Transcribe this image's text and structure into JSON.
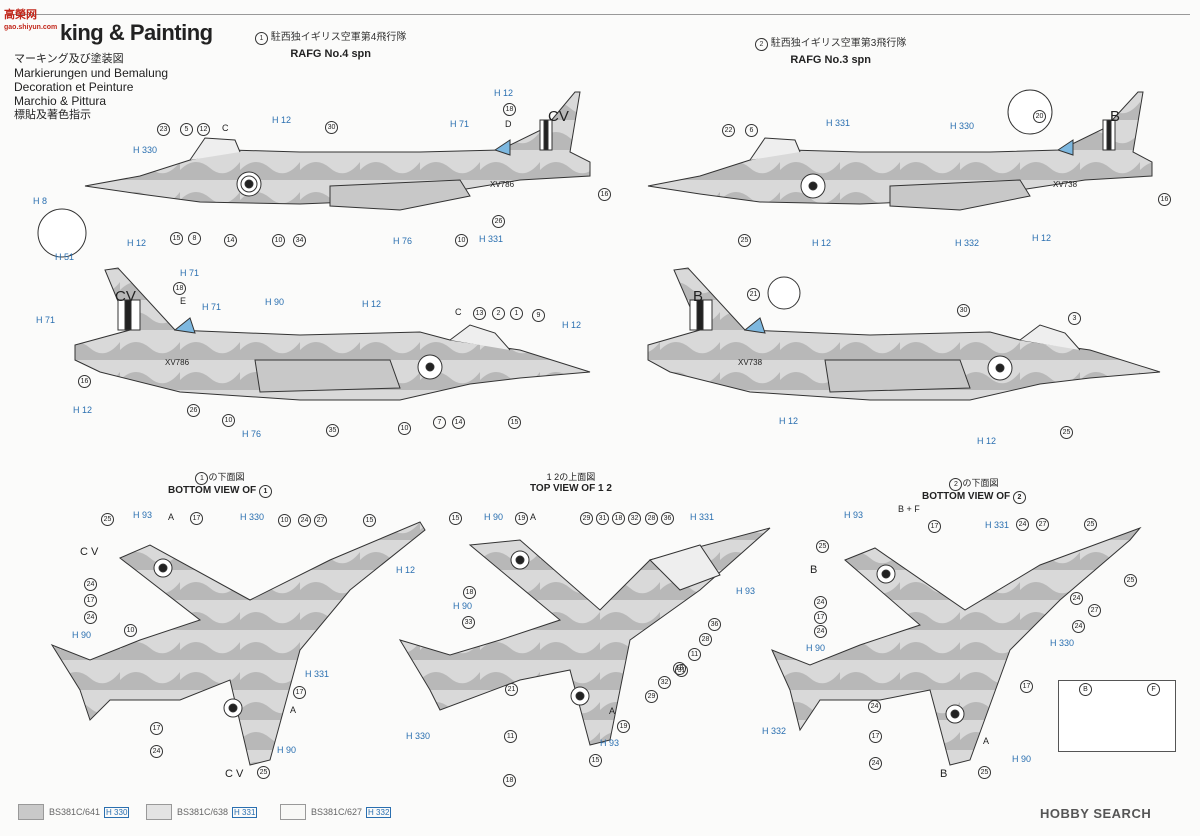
{
  "header": {
    "logo_text": "高榮网",
    "logo_sub": "gao.shiyun.com",
    "title": "king & Painting",
    "subtitles": [
      "マーキング及び塗装図",
      "Markierungen und Bemalung",
      "Decoration et Peinture",
      "Marchio & Pittura",
      "標貼及著色指示"
    ]
  },
  "sections": {
    "s1": {
      "num": "1",
      "jp": "駐西独イギリス空軍第4飛行隊",
      "en": "RAFG No.4 spn"
    },
    "s2": {
      "num": "2",
      "jp": "駐西独イギリス空軍第3飛行隊",
      "en": "RAFG No.3 spn"
    }
  },
  "views": {
    "bottom1": {
      "jp": "の下面図",
      "en": "BOTTOM VIEW OF",
      "num": "1"
    },
    "top12": {
      "jp": "の上面図",
      "en": "TOP VIEW OF",
      "num": "1 2"
    },
    "bottom2": {
      "jp": "の下面図",
      "en": "BOTTOM VIEW OF",
      "num": "2"
    }
  },
  "serials": {
    "a1": "XV786",
    "a2": "XV738",
    "code1": "CV",
    "code2": "B"
  },
  "inset": {
    "a": "B",
    "b": "F"
  },
  "legend": [
    {
      "code": "BS381C/641",
      "h": "H 330",
      "color": "#c9c9c9"
    },
    {
      "code": "BS381C/638",
      "h": "H 331",
      "color": "#e3e3e3"
    },
    {
      "code": "BS381C/627",
      "h": "H 332",
      "color": "#f8f8f6"
    }
  ],
  "watermark": "HOBBY SEARCH",
  "callouts": {
    "c23": "23",
    "c5": "5",
    "c12": "12",
    "cC": "C",
    "h12": "H 12",
    "c30": "30",
    "h71": "H 71",
    "c18": "18",
    "cD": "D",
    "h330": "H 330",
    "h8": "H 8",
    "h51": "H 51",
    "c15": "15",
    "c8": "8",
    "c14": "14",
    "c10": "10",
    "c34": "34",
    "h76": "H 76",
    "c26": "26",
    "h331": "H 331",
    "c16": "16",
    "c22": "22",
    "c6": "6",
    "c20": "20",
    "c25": "25",
    "h332": "H 332",
    "cE": "E",
    "h90": "H 90",
    "c13": "13",
    "c2": "2",
    "c1": "1",
    "c9": "9",
    "c7": "7",
    "c35": "35",
    "c21": "21",
    "c3": "3",
    "c17": "17",
    "cA": "A",
    "c24": "24",
    "c27": "27",
    "h93": "H 93",
    "c19": "19",
    "c29": "29",
    "c31": "31",
    "c32": "32",
    "c28": "28",
    "c36": "36",
    "c33": "33",
    "c11": "11",
    "cBF": "B + F",
    "cB": "B",
    "cCV": "C V"
  }
}
